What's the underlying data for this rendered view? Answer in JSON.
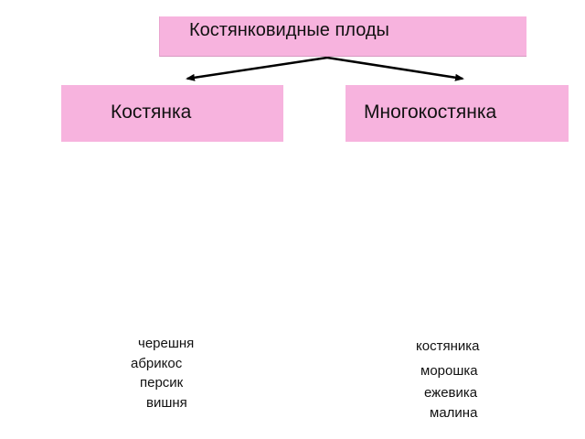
{
  "root": {
    "label": "Костянковидные плоды"
  },
  "branches": [
    {
      "label": "Костянка",
      "examples": [
        "черешня",
        "абрикос",
        "персик",
        "вишня"
      ]
    },
    {
      "label": "Многокостянка",
      "examples": [
        "костяника",
        "морошка",
        "ежевика",
        "малина"
      ]
    }
  ],
  "colors": {
    "box_fill": "#f7b3de",
    "arrow": "#000000",
    "text": "#111111"
  }
}
